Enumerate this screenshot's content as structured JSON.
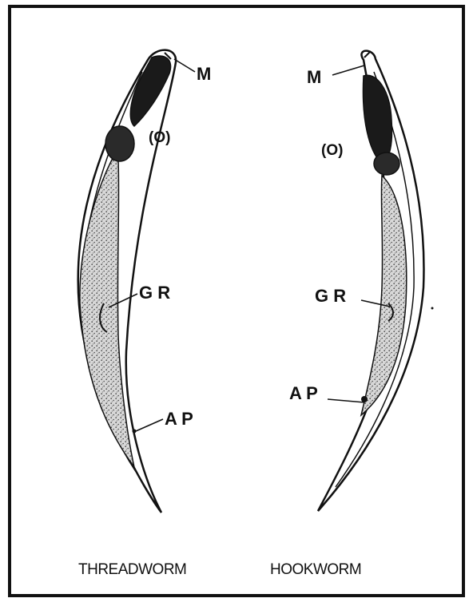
{
  "labels": {
    "mouth": "M",
    "oesophagus": "(O)",
    "genital_rudiment": "G R",
    "anal_pore": "A P"
  },
  "captions": {
    "left": "THREADWORM",
    "right": "HOOKWORM"
  },
  "colors": {
    "ink": "#111111",
    "paper": "#ffffff",
    "stipple": "#bdbdbd"
  }
}
